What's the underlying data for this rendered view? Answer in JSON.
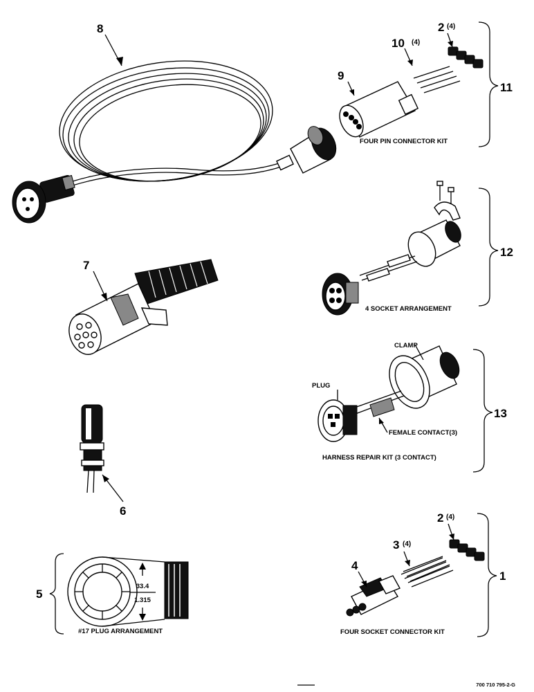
{
  "callouts": {
    "c1": "1",
    "c2a": "2",
    "c2a_qty": "(4)",
    "c2b": "2",
    "c2b_qty": "(4)",
    "c3": "3",
    "c3_qty": "(4)",
    "c4": "4",
    "c5": "5",
    "c6": "6",
    "c7": "7",
    "c8": "8",
    "c9": "9",
    "c10": "10",
    "c10_qty": "(4)",
    "c11": "11",
    "c12": "12",
    "c13": "13"
  },
  "captions": {
    "four_pin_kit": "FOUR PIN CONNECTOR KIT",
    "four_socket_arrangement": "4 SOCKET ARRANGEMENT",
    "harness_repair_kit": "HARNESS REPAIR KIT (3 CONTACT)",
    "four_socket_kit": "FOUR SOCKET CONNECTOR KIT",
    "plug17": "#17 PLUG ARRANGEMENT"
  },
  "part_labels": {
    "clamp": "CLAMP",
    "plug": "PLUG",
    "female_contact": "FEMALE CONTACT(3)"
  },
  "dimension": {
    "mm": "33.4",
    "inch": "1.315"
  },
  "drawing_number": "700 710 795-2-G"
}
